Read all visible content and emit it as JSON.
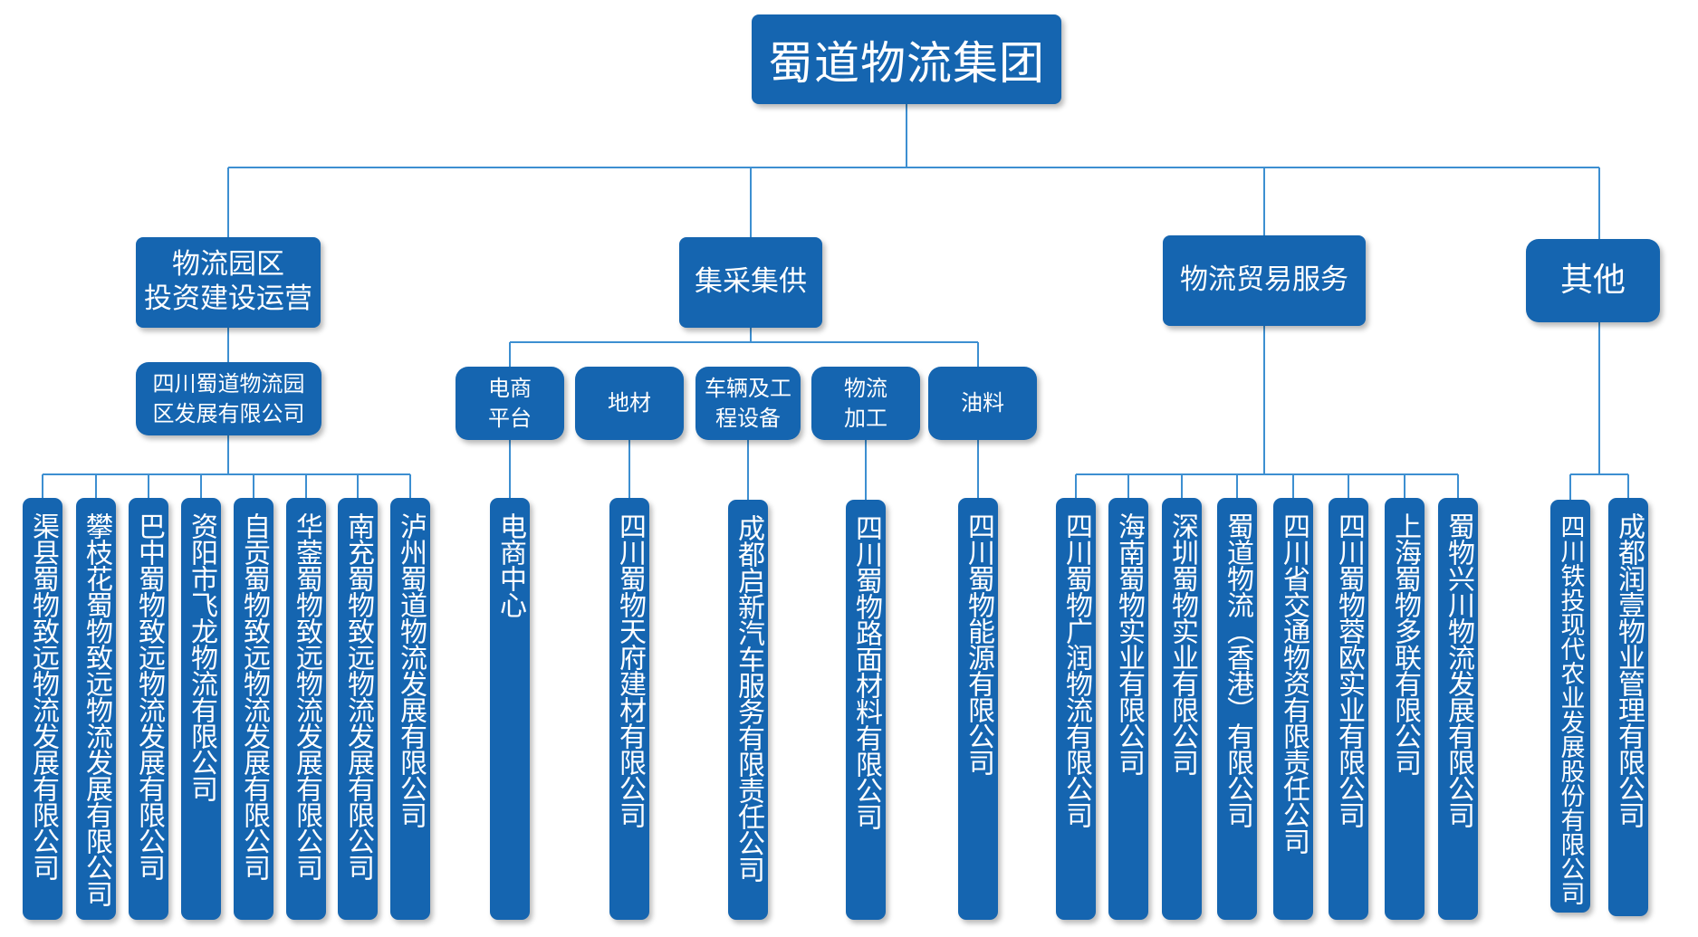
{
  "root": {
    "label": "蜀道物流集团"
  },
  "branches": {
    "park": {
      "label_1": "物流园区",
      "label_2": "投资建设运营"
    },
    "procure": {
      "label": "集采集供"
    },
    "trade": {
      "label": "物流贸易服务"
    },
    "other": {
      "label": "其他"
    }
  },
  "park_sub": {
    "label_1": "四川蜀道物流园",
    "label_2": "区发展有限公司"
  },
  "procure_subs": [
    {
      "label_1": "电商",
      "label_2": "平台"
    },
    {
      "label_1": "地材",
      "label_2": ""
    },
    {
      "label_1": "车辆及工",
      "label_2": "程设备"
    },
    {
      "label_1": "物流",
      "label_2": "加工"
    },
    {
      "label_1": "油料",
      "label_2": ""
    }
  ],
  "park_companies": [
    "渠县蜀物致远物流发展有限公司",
    "攀枝花蜀物致远物流发展有限公司",
    "巴中蜀物致远物流发展有限公司",
    "资阳市飞龙物流有限公司",
    "自贡蜀物致远物流发展有限公司",
    "华蓥蜀物致远物流发展有限公司",
    "南充蜀物致远物流发展有限公司",
    "泸州蜀道物流发展有限公司"
  ],
  "procure_companies": [
    "电商中心",
    "四川蜀物天府建材有限公司",
    "成都启新汽车服务有限责任公司",
    "四川蜀物路面材料有限公司",
    "四川蜀物能源有限公司"
  ],
  "trade_companies": [
    "四川蜀物广润物流有限公司",
    "海南蜀物实业有限公司",
    "深圳蜀物实业有限公司",
    "蜀道物流（香港）有限公司",
    "四川省交通物资有限责任公司",
    "四川蜀物蓉欧实业有限公司",
    "上海蜀物多联有限公司",
    "蜀物兴川物流发展有限公司"
  ],
  "other_companies": [
    "四川铁投现代农业发展股份有限公司",
    "成都润壹物业管理有限公司"
  ],
  "colors": {
    "box": "#1565b0",
    "line": "#3d8fd1",
    "text": "#ffffff"
  }
}
